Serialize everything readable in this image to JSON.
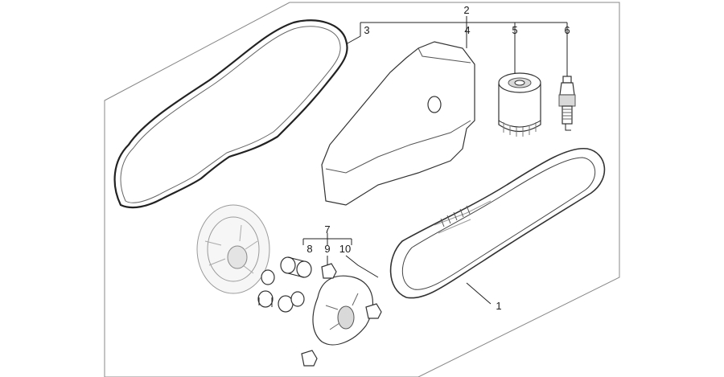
{
  "diagram": {
    "callouts": {
      "c1": "1",
      "c2": "2",
      "c3": "3",
      "c4": "4",
      "c5": "5",
      "c6": "6",
      "c7": "7",
      "c8": "8",
      "c9": "9",
      "c10": "10"
    },
    "parts": [
      {
        "id": "3",
        "icon": "gasket-icon"
      },
      {
        "id": "4",
        "icon": "air-filter-icon"
      },
      {
        "id": "5",
        "icon": "oil-filter-icon"
      },
      {
        "id": "6",
        "icon": "spark-plug-icon"
      },
      {
        "id": "1",
        "icon": "drive-belt-icon"
      },
      {
        "id": "8",
        "icon": "roller-weights-icon"
      },
      {
        "id": "9",
        "icon": "slider-icon"
      },
      {
        "id": "10",
        "icon": "clip-icon"
      }
    ]
  }
}
